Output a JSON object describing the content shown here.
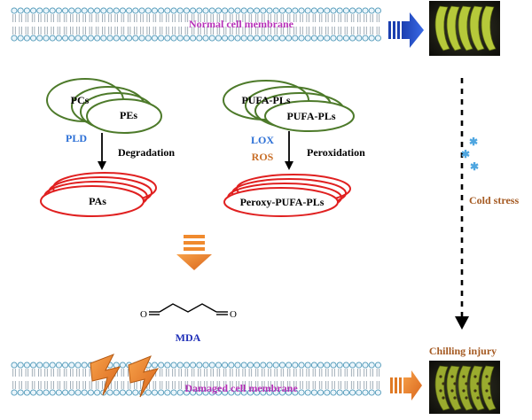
{
  "membranes": {
    "normal_label": "Normal cell membrane",
    "damaged_label": "Damaged cell membrane"
  },
  "degradation": {
    "ellipse_labels": [
      "PCs",
      "PEs"
    ],
    "enzyme": "PLD",
    "process": "Degradation",
    "product": "PAs"
  },
  "peroxidation": {
    "ellipse_labels": [
      "PUFA-PLs",
      "PUFA-PLs"
    ],
    "agents": [
      "LOX",
      "ROS"
    ],
    "process": "Peroxidation",
    "product": "Peroxy-PUFA-PLs"
  },
  "mda": {
    "label": "MDA"
  },
  "stress": {
    "label": "Cold stress",
    "outcome": "Chilling injury"
  },
  "colors": {
    "membrane_label": "#b62fb8",
    "green_ellipse": "#4d7a2a",
    "red_ellipse": "#e02020",
    "enzyme_blue": "#2b6fd6",
    "ros_orange": "#c9702a",
    "stress_brown": "#a55a22",
    "mda_blue": "#1f2fb8",
    "snow": "#4fa6e0"
  }
}
